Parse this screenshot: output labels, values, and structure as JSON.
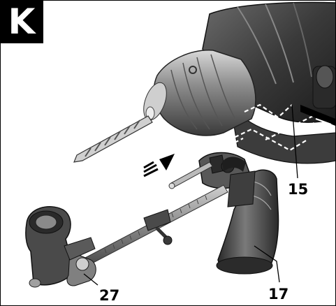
{
  "figure": {
    "badge": "K",
    "callouts": {
      "part_15": "15",
      "part_17": "17",
      "part_27": "27"
    }
  },
  "colors": {
    "tool_body": "#444444",
    "tool_dark": "#222222",
    "tool_mid": "#7a7a7a",
    "tool_light": "#b5b5b5",
    "background": "#ffffff",
    "label": "#000000"
  },
  "icons": [
    "drill-body",
    "drill-chuck",
    "drill-bit",
    "auxiliary-handle",
    "depth-stop-rod",
    "dust-extraction-attachment",
    "insertion-arrow"
  ]
}
